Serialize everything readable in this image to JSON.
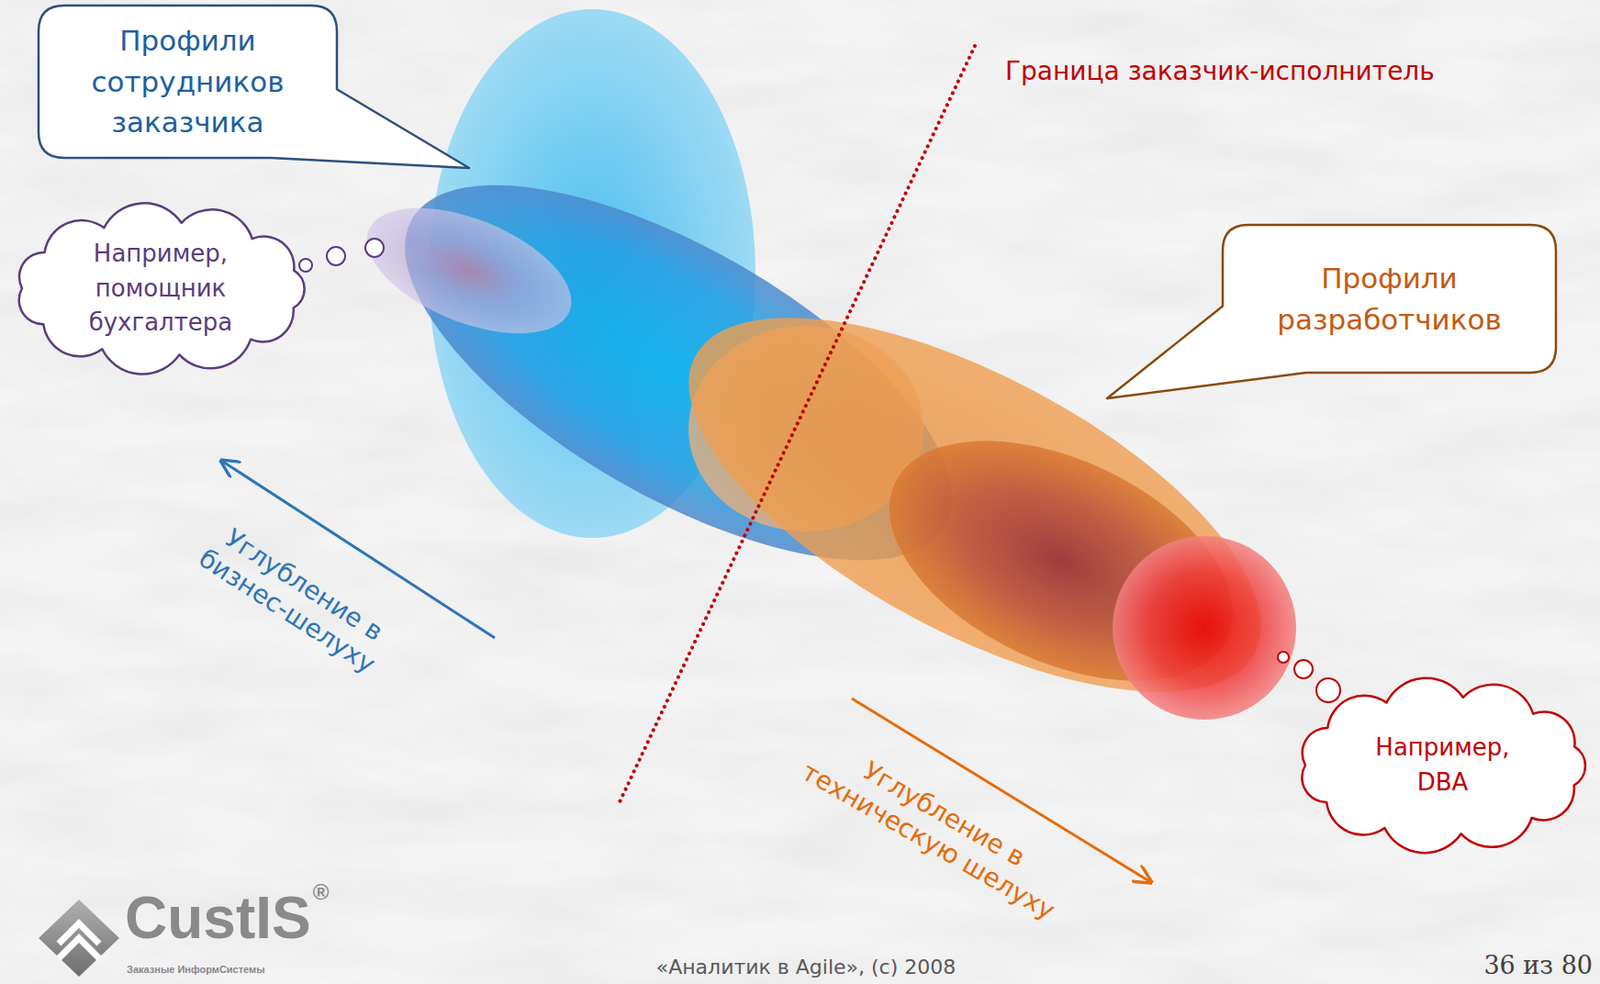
{
  "diagram": {
    "nodes": [
      {
        "text": [
          "Профили сотрудников заказчика"
        ]
      },
      {
        "text": [
          "Например, помощник бухгалтера"
        ]
      },
      {
        "text": [
          "Профили разработчиков"
        ]
      },
      {
        "text": [
          "Например, DBA"
        ]
      }
    ],
    "labels": [
      "Граница заказчик-исполнитель",
      "Углубление в бизнес-шелуху",
      "Углубление в техническую шелуху",
      "CustIS",
      "®",
      "Заказные ИнформСистемы",
      "«Аналитик в Agile», (c) 2008",
      "36 из 80"
    ]
  }
}
